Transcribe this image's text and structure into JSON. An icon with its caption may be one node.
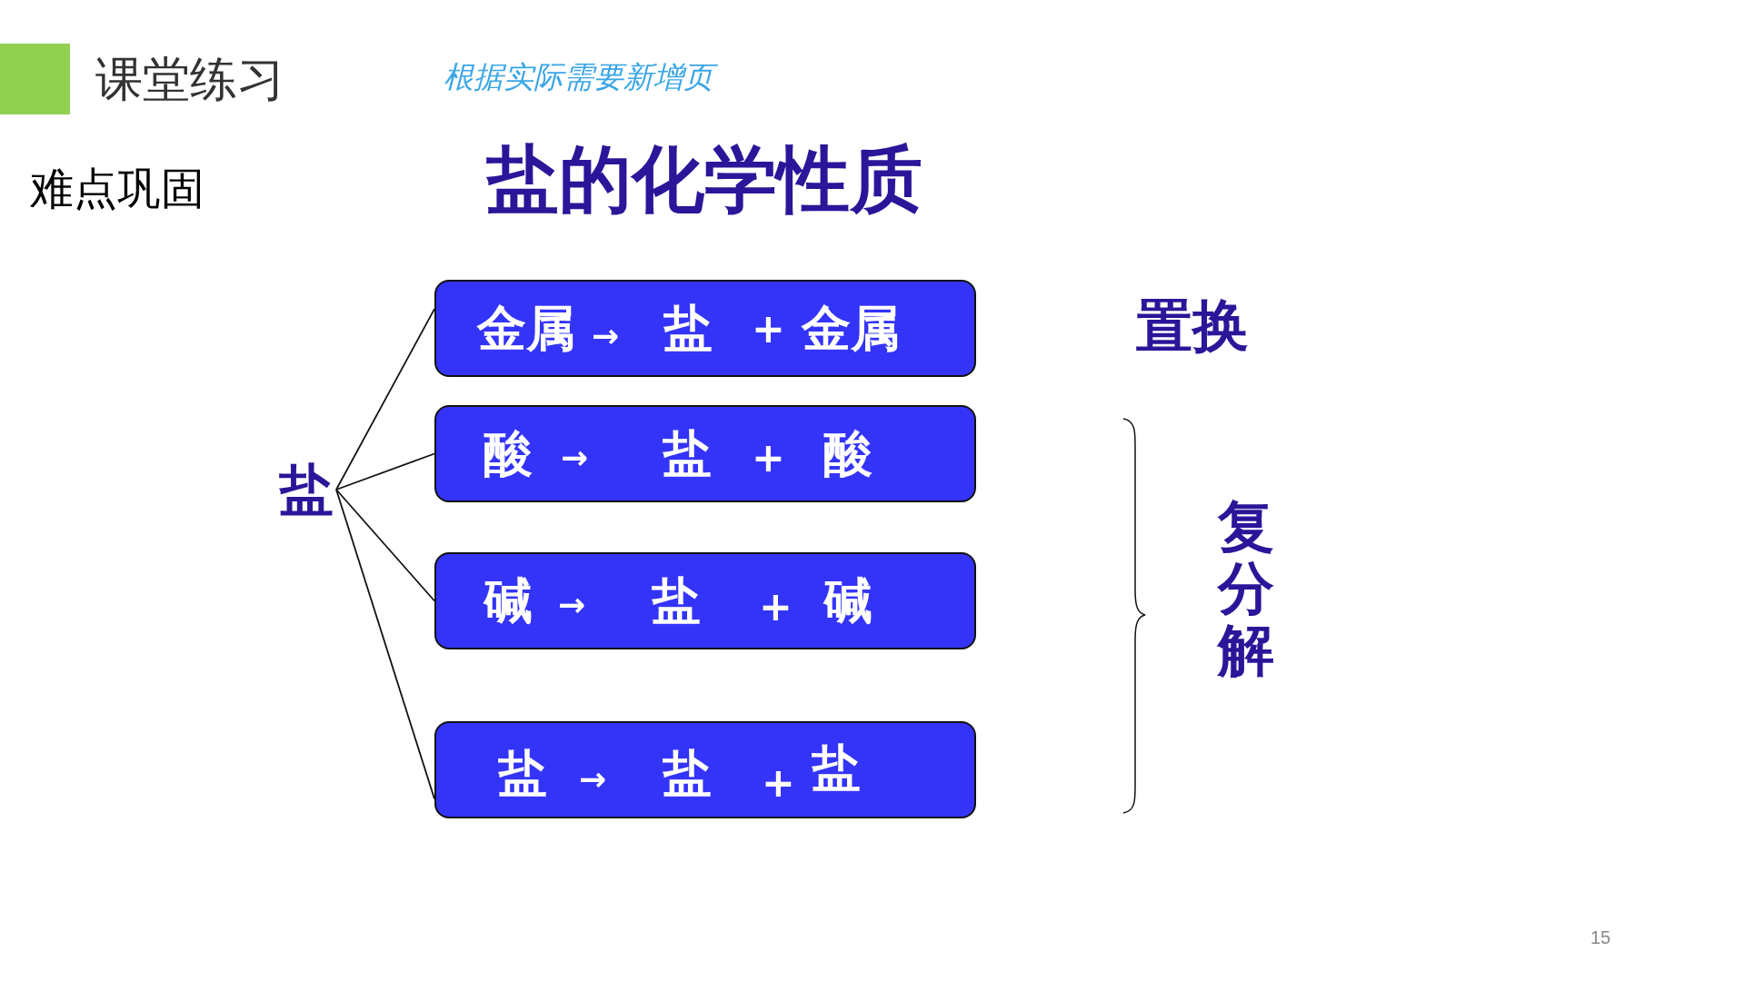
{
  "diagram": {
    "title": "盐的化学性质",
    "nodes": [
      {
        "text": [
          "盐"
        ]
      },
      {
        "text": [
          "金属",
          "→",
          "盐",
          "+",
          "金属"
        ]
      },
      {
        "text": [
          "酸",
          "→",
          "盐",
          "+",
          "酸"
        ]
      },
      {
        "text": [
          "碱",
          "→",
          "盐",
          "+",
          "碱"
        ]
      },
      {
        "text": [
          "盐",
          "→",
          "盐",
          "+",
          "盐"
        ]
      }
    ],
    "edges": [
      {
        "from": 0,
        "to": 1,
        "arrow": "none"
      },
      {
        "from": 0,
        "to": 2,
        "arrow": "none"
      },
      {
        "from": 0,
        "to": 3,
        "arrow": "none"
      },
      {
        "from": 0,
        "to": 4,
        "arrow": "none"
      }
    ],
    "labels": [
      "课堂练习",
      "根据实际需要新增页",
      "难点巩固",
      "置换",
      "复分解",
      "15"
    ]
  }
}
